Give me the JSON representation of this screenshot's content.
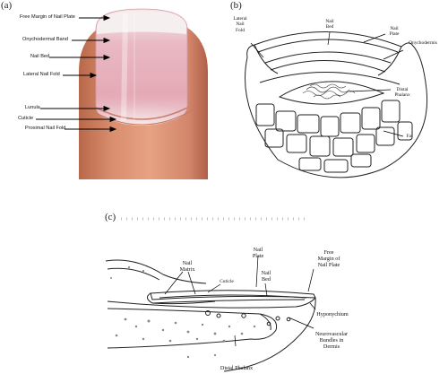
{
  "panels": {
    "a": {
      "letter": "(a)",
      "labels": {
        "free_margin": "Free Margin of Nail Plate",
        "onychodermal_band": "Onychodermal Band",
        "nail_bed": "Nail Bed",
        "lateral_nail_fold": "Lateral Nail Fold",
        "lunula": "Lunula",
        "cuticle": "Cuticle",
        "proximal_nail_fold": "Proximal Nail Fold"
      }
    },
    "b": {
      "letter": "(b)",
      "labels": {
        "lateral_nail_fold": "Lateral\nNail\nFold",
        "nail_bed": "Nail\nBed",
        "nail_plate": "Nail\nPlate",
        "onychodermis": "Onychodermis",
        "distal_phalanx": "Distal\nPhalanx",
        "fat": "Fat"
      }
    },
    "c": {
      "letter": "(c)",
      "labels": {
        "nail_matrix": "Nail\nMatrix",
        "nail_plate": "Nail\nPlate",
        "cuticle": "Cuticle",
        "nail_bed": "Nail\nBed",
        "free_margin": "Free\nMargin of\nNail Plate",
        "hyponychium": "Hyponychium",
        "neurovascular": "Neurovascular\nBundles in\nDermis",
        "distal_phalanx": "Distal Phalanx"
      }
    }
  }
}
